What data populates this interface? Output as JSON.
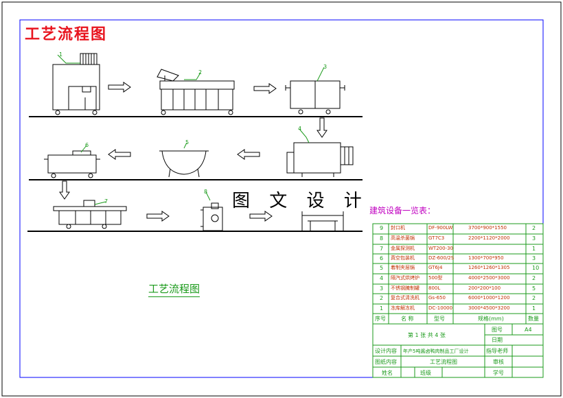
{
  "drawing_title": "工艺流程图",
  "watermark": "图 文 设 计",
  "flow_label": "工艺流程图",
  "equipment": {
    "heading": "建筑设备一览表：",
    "rows": [
      {
        "no": "9",
        "name": "封口机",
        "model": "DF-900LW",
        "spec": "3700*900*1550",
        "qty": "2"
      },
      {
        "no": "8",
        "name": "高温杀菌锅",
        "model": "GT7C3",
        "spec": "2200*1120*2000",
        "qty": "3"
      },
      {
        "no": "7",
        "name": "金属探测机",
        "model": "WT200-30",
        "spec": "",
        "qty": "1"
      },
      {
        "no": "6",
        "name": "真空包装机",
        "model": "DZ-600/2S",
        "spec": "1300*700*950",
        "qty": "3"
      },
      {
        "no": "5",
        "name": "着制夹层锅",
        "model": "GT6J4",
        "spec": "1260*1260*1305",
        "qty": "10"
      },
      {
        "no": "4",
        "name": "隔汽式烘烤炉",
        "model": "500型",
        "spec": "4000*2500*3000",
        "qty": "2"
      },
      {
        "no": "3",
        "name": "不锈钢腌制罐",
        "model": "800L",
        "spec": "200*200*100",
        "qty": "5"
      },
      {
        "no": "2",
        "name": "复合式清洗机",
        "model": "Gs-650",
        "spec": "6000*1000*1200",
        "qty": "2"
      },
      {
        "no": "1",
        "name": "冻库解冻机",
        "model": "DC-10000",
        "spec": "3000*4500*3200",
        "qty": "1"
      }
    ],
    "header": {
      "no": "序号",
      "name": "名  称",
      "model": "型号",
      "spec": "规格(mm)",
      "qty": "数量"
    }
  },
  "title_block": {
    "sheet": "第 1 张   共 4 张",
    "drawing_no_label": "图号",
    "drawing_no": "A4",
    "date_label": "日期",
    "design_content_label": "设计内容",
    "design_content": "年产5吨酱卤鸭肉制品工厂设计",
    "advisor_label": "指导老师",
    "drawing_content_label": "图纸内容",
    "drawing_content": "工艺流程图",
    "review_label": "审核",
    "name_label": "姓名",
    "class_label": "班级",
    "student_no_label": "学号"
  },
  "callouts": [
    "1",
    "2",
    "3",
    "4",
    "5",
    "6",
    "7",
    "8"
  ]
}
